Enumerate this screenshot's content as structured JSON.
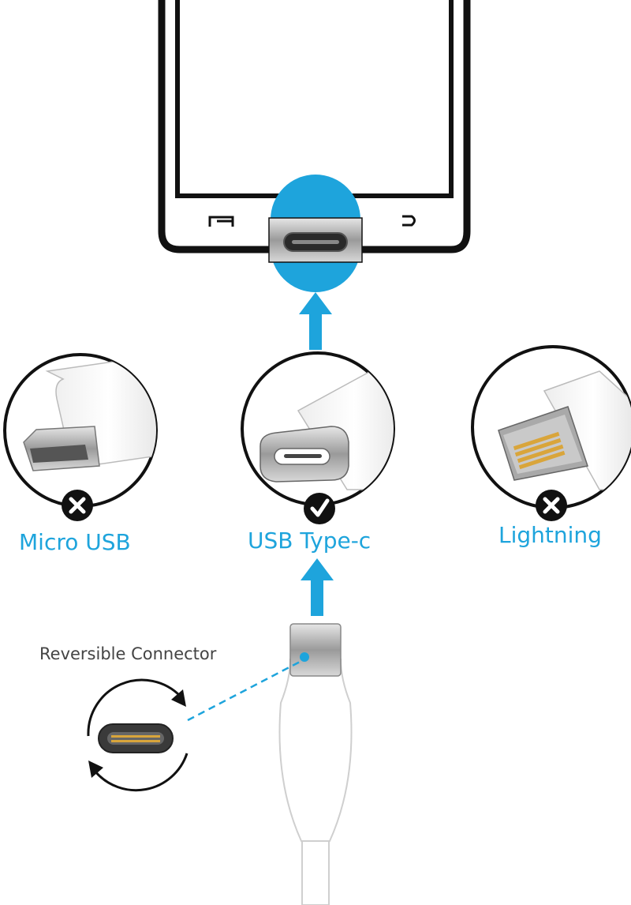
{
  "connectors": [
    {
      "label": "Micro USB",
      "status": "x-icon"
    },
    {
      "label": "USB Type-c",
      "status": "check-icon"
    },
    {
      "label": "Lightning",
      "status": "x-icon"
    }
  ],
  "callout": {
    "label": "Reversible Connector"
  },
  "colors": {
    "accent": "#1ea4dc",
    "outline": "#111111",
    "cable": "#ffffff"
  }
}
